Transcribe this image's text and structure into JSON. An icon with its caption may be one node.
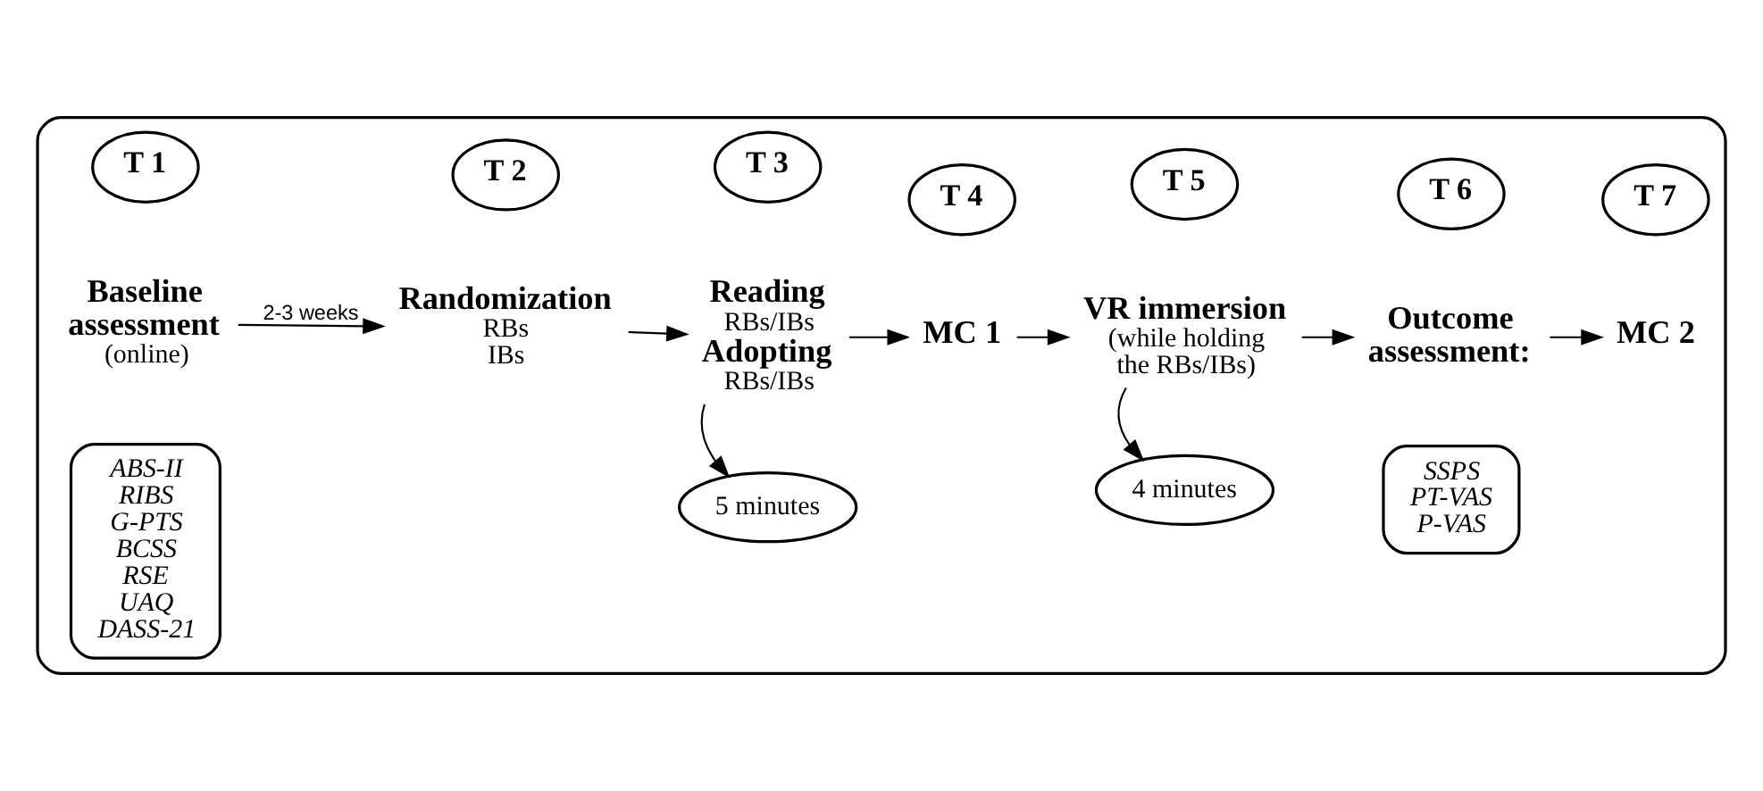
{
  "diagram": {
    "nodes": [
      {
        "text": [],
        "shape": "box"
      },
      {
        "text": [
          "T 1"
        ],
        "in": 0
      },
      {
        "text": [
          "Baseline assessment",
          "(online)"
        ],
        "in": 0
      },
      {
        "text": [
          "ABS-II",
          "RIBS",
          "G-PTS",
          "BCSS",
          "RSE",
          "UAQ",
          "DASS-21"
        ],
        "in": 0
      },
      {
        "text": [
          "T 2"
        ],
        "in": 0
      },
      {
        "text": [
          "Randomization",
          "RBs",
          "IBs"
        ],
        "in": 0
      },
      {
        "text": [
          "T 3"
        ],
        "in": 0
      },
      {
        "text": [
          "Reading",
          "RBs/IBs",
          "Adopting",
          "RBs/IBs"
        ],
        "in": 0
      },
      {
        "text": [
          "5 minutes"
        ],
        "in": 0
      },
      {
        "text": [
          "T 4"
        ],
        "in": 0
      },
      {
        "text": [
          "MC 1"
        ],
        "in": 0
      },
      {
        "text": [
          "T 5"
        ],
        "in": 0
      },
      {
        "text": [
          "VR immersion",
          "(while holding the RBs/IBs)"
        ],
        "in": 0
      },
      {
        "text": [
          "4 minutes"
        ],
        "in": 0
      },
      {
        "text": [
          "T 6"
        ],
        "in": 0
      },
      {
        "text": [
          "Outcome assessment:"
        ],
        "in": 0
      },
      {
        "text": [
          "SSPS",
          "PT-VAS",
          "P-VAS"
        ],
        "in": 0
      },
      {
        "text": [
          "T 7"
        ],
        "in": 0
      },
      {
        "text": [
          "MC 2"
        ],
        "in": 0
      }
    ],
    "edges": [
      {
        "from": 2,
        "to": 5,
        "arrow": "to",
        "label": "2-3 weeks"
      },
      {
        "from": 5,
        "to": 7,
        "arrow": "to"
      },
      {
        "from": 7,
        "to": 10,
        "arrow": "to"
      },
      {
        "from": 10,
        "to": 12,
        "arrow": "to"
      },
      {
        "from": 12,
        "to": 15,
        "arrow": "to"
      },
      {
        "from": 15,
        "to": 18,
        "arrow": "to"
      },
      {
        "from": 7,
        "to": 8,
        "arrow": "to"
      },
      {
        "from": 12,
        "to": 13,
        "arrow": "to"
      }
    ]
  }
}
